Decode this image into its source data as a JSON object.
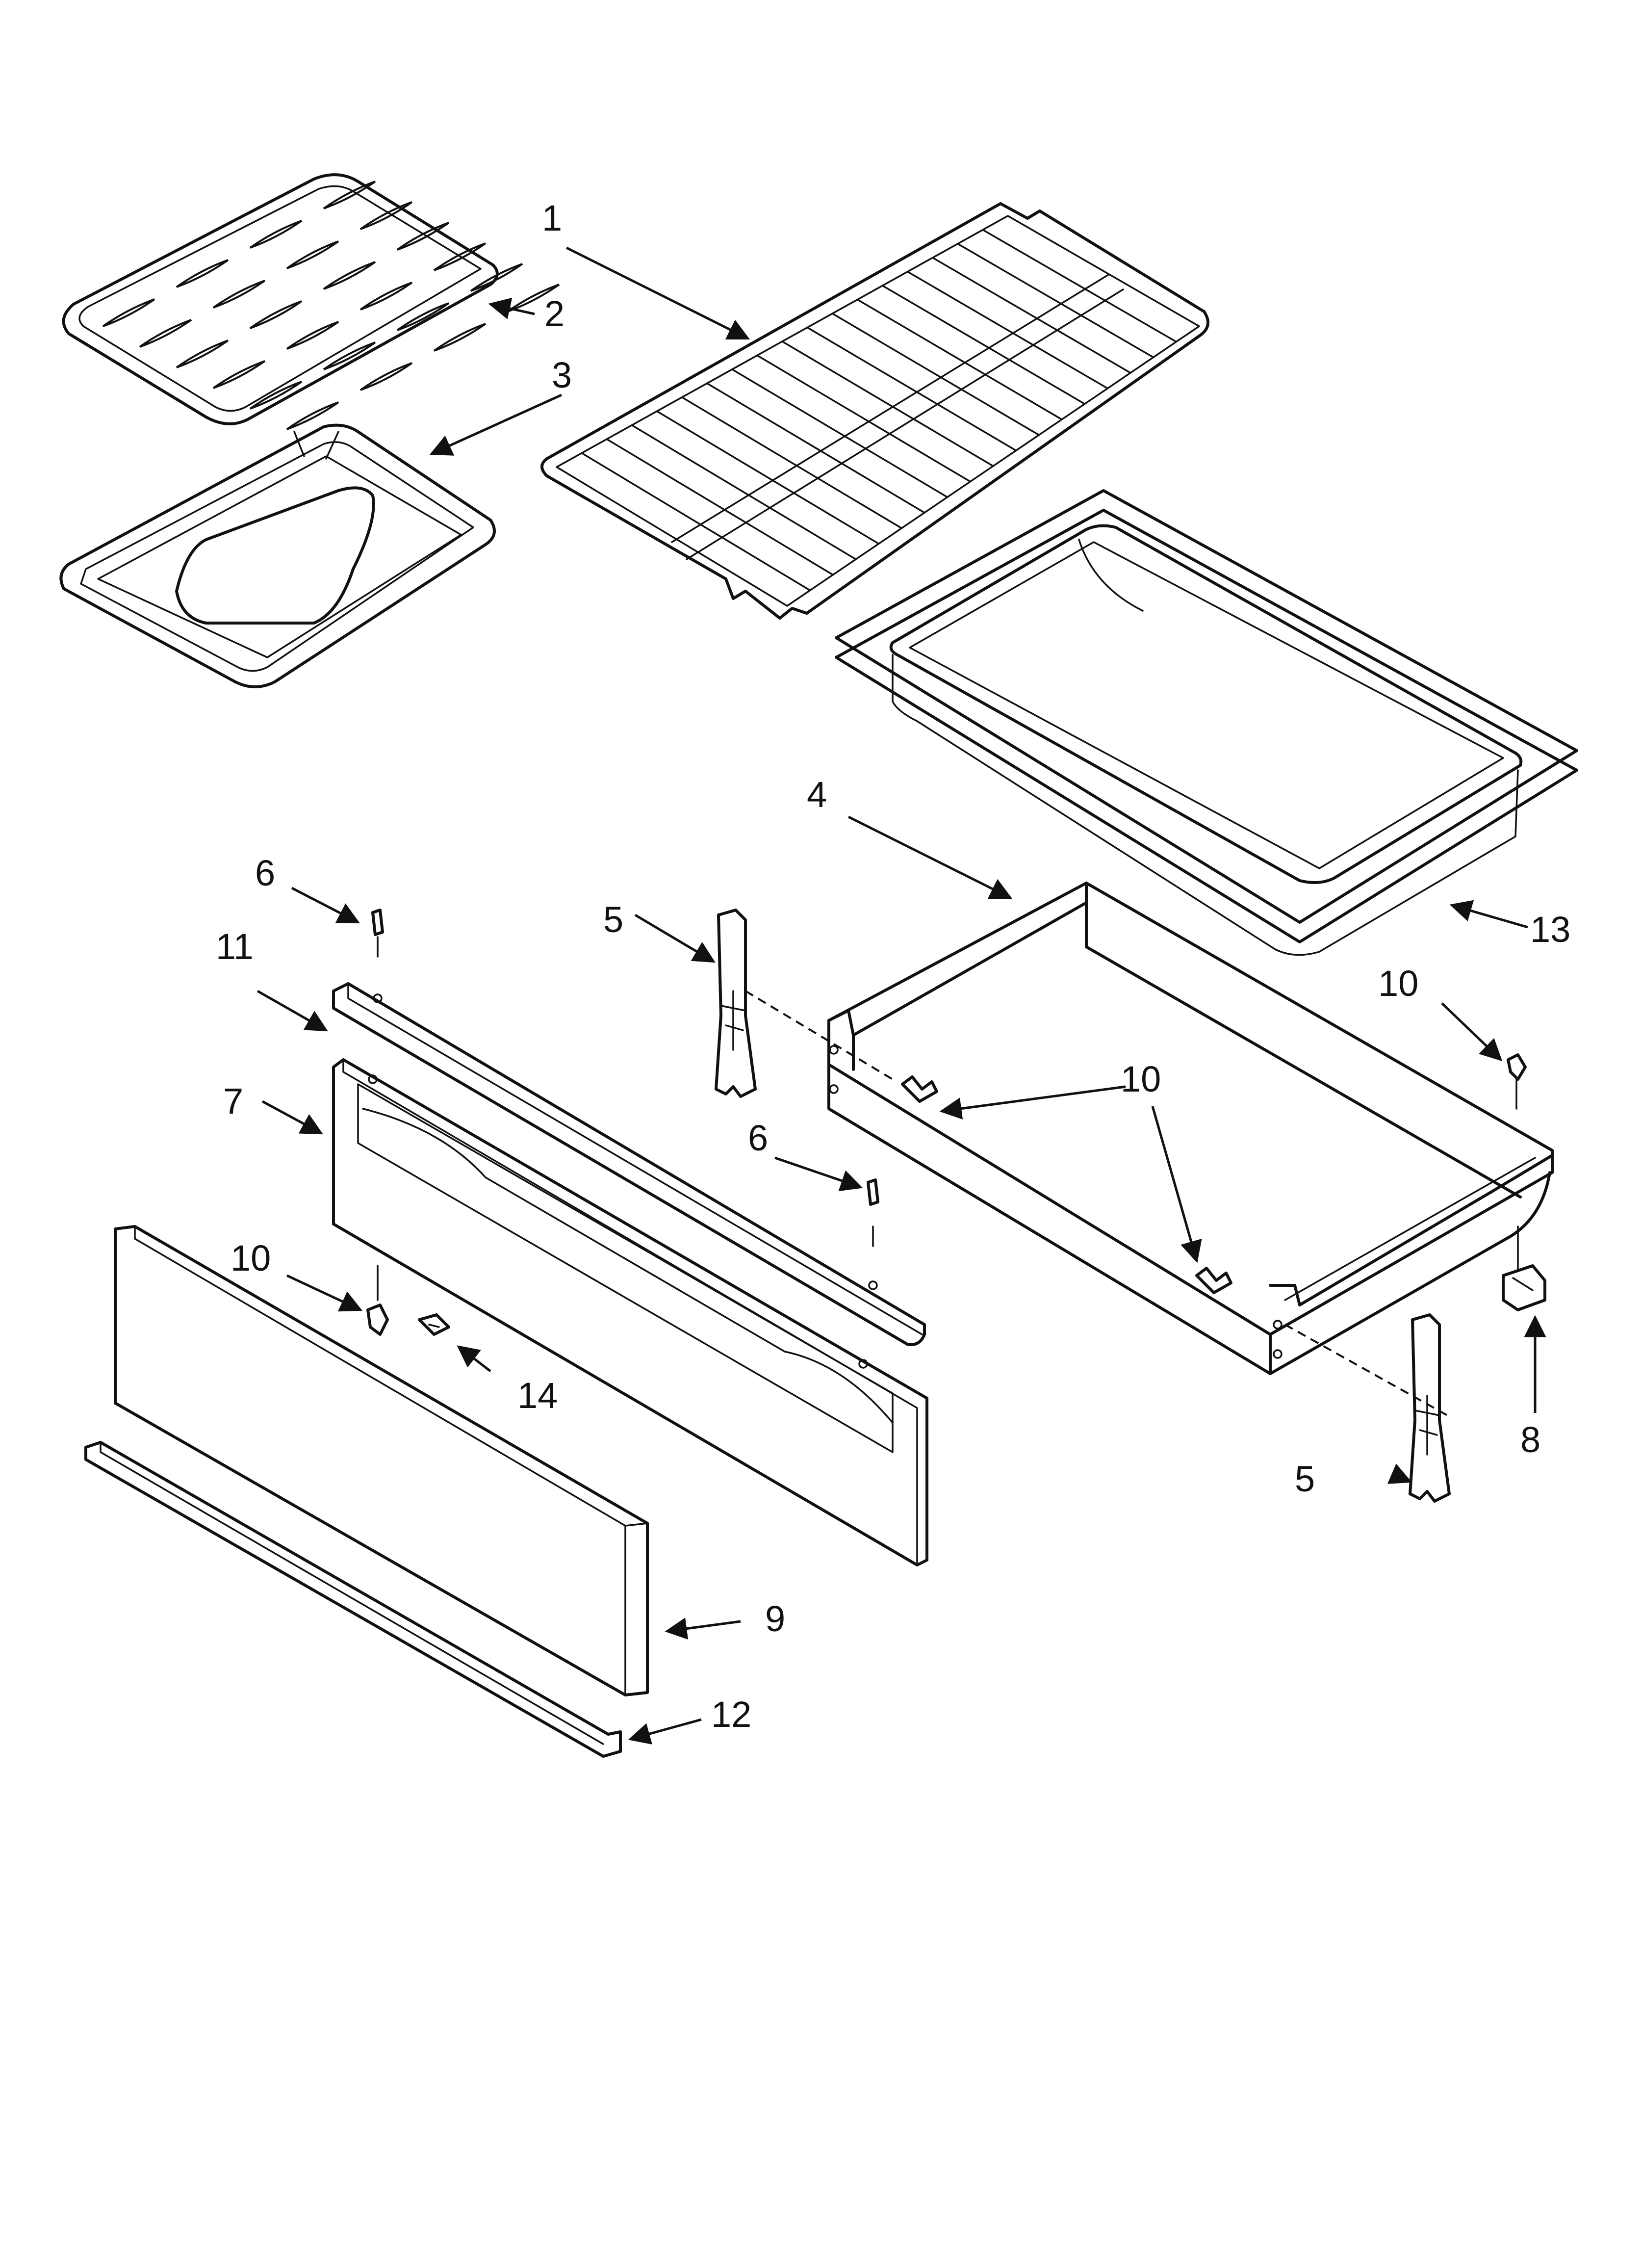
{
  "callouts": [
    {
      "id": "c1",
      "text": "1"
    },
    {
      "id": "c2",
      "text": "2"
    },
    {
      "id": "c3",
      "text": "3"
    },
    {
      "id": "c4",
      "text": "4"
    },
    {
      "id": "c5a",
      "text": "5"
    },
    {
      "id": "c5b",
      "text": "5"
    },
    {
      "id": "c6a",
      "text": "6"
    },
    {
      "id": "c6b",
      "text": "6"
    },
    {
      "id": "c7",
      "text": "7"
    },
    {
      "id": "c8",
      "text": "8"
    },
    {
      "id": "c9",
      "text": "9"
    },
    {
      "id": "c10a",
      "text": "10"
    },
    {
      "id": "c10b",
      "text": "10"
    },
    {
      "id": "c10c",
      "text": "10"
    },
    {
      "id": "c11",
      "text": "11"
    },
    {
      "id": "c12",
      "text": "12"
    },
    {
      "id": "c13",
      "text": "13"
    },
    {
      "id": "c14",
      "text": "14"
    }
  ]
}
